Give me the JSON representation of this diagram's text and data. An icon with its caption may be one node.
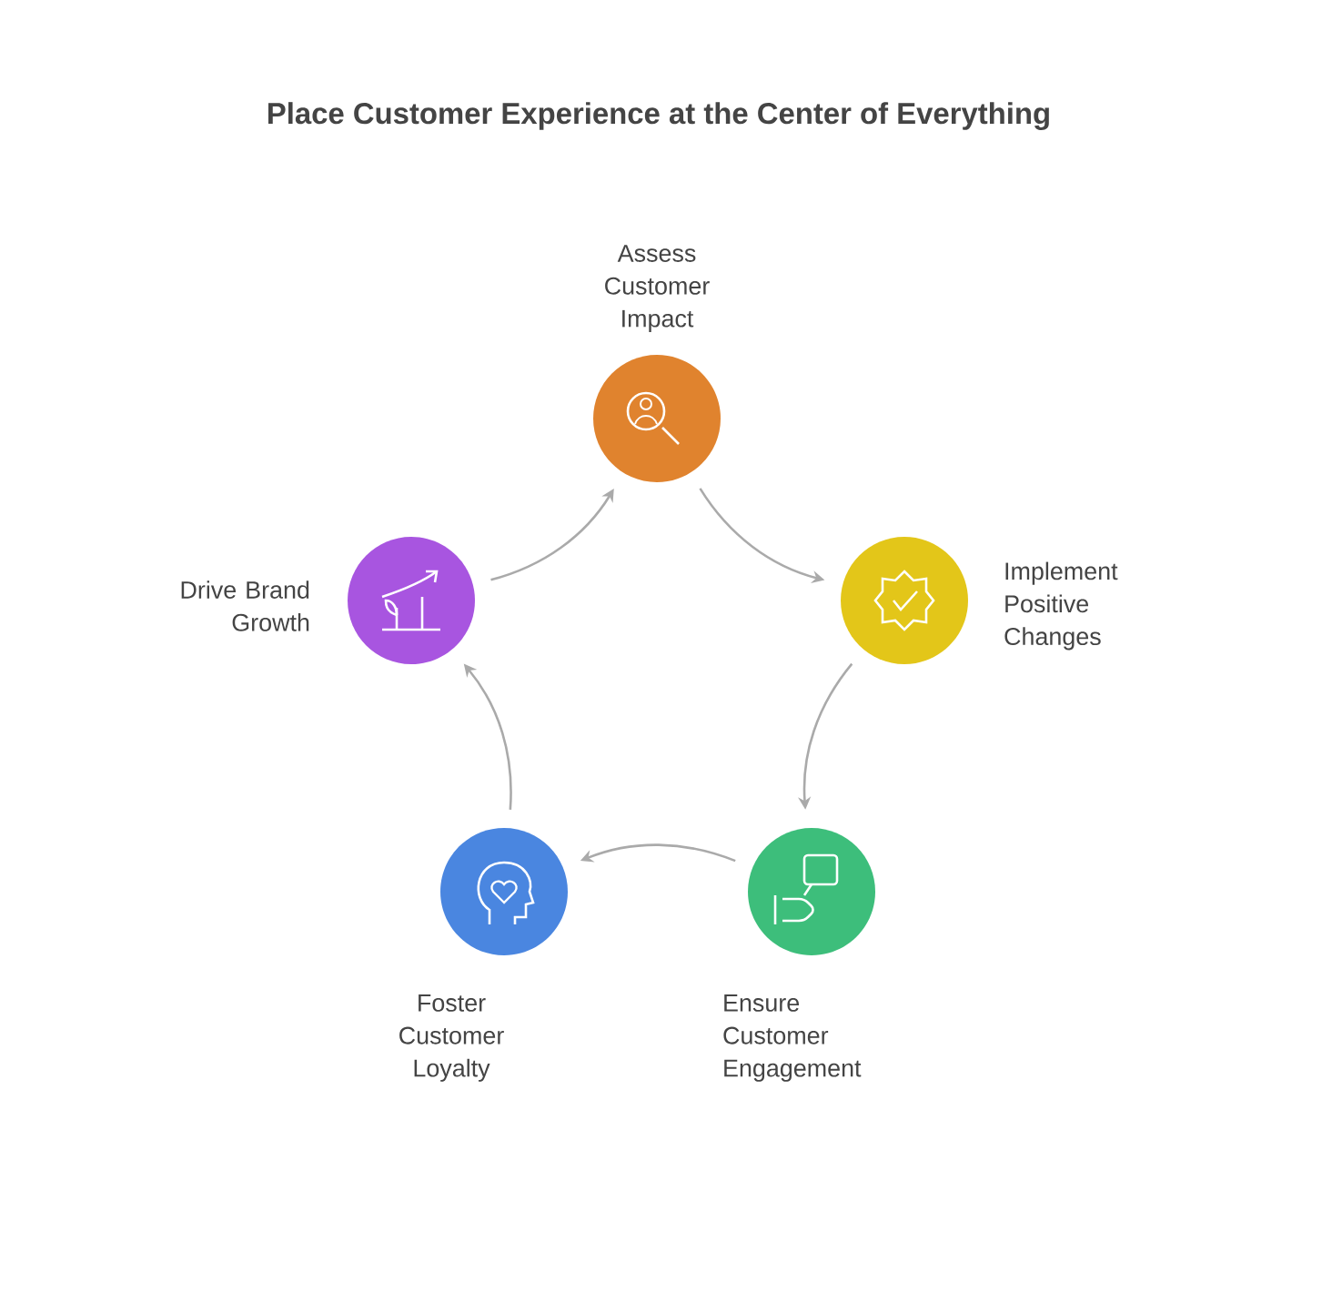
{
  "diagram": {
    "title": "Place Customer Experience at the Center of Everything",
    "nodes": [
      {
        "text": [
          "Assess Customer Impact"
        ]
      },
      {
        "text": [
          "Implement Positive Changes"
        ]
      },
      {
        "text": [
          "Ensure Customer Engagement"
        ]
      },
      {
        "text": [
          "Foster Customer Loyalty"
        ]
      },
      {
        "text": [
          "Drive Brand Growth"
        ]
      }
    ],
    "edges": [
      {
        "from": 0,
        "to": 1,
        "arrow": "to"
      },
      {
        "from": 1,
        "to": 2,
        "arrow": "to"
      },
      {
        "from": 2,
        "to": 3,
        "arrow": "to"
      },
      {
        "from": 3,
        "to": 4,
        "arrow": "to"
      },
      {
        "from": 4,
        "to": 0,
        "arrow": "to"
      }
    ]
  }
}
